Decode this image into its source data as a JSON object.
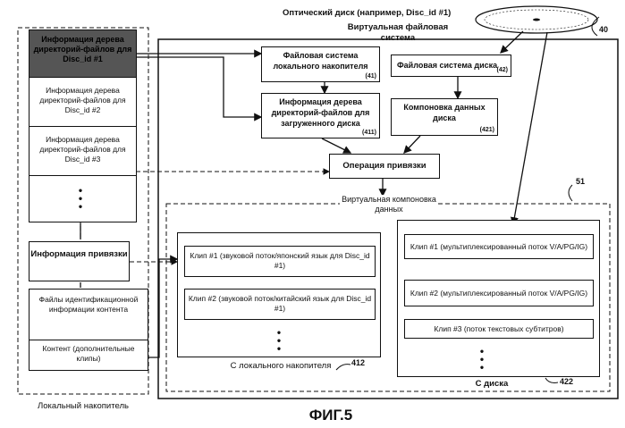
{
  "disc_label": "Оптический диск (например, Disc_id #1)",
  "ref_numbers": {
    "n40": "40",
    "n51": "51",
    "n412": "412",
    "n422": "422"
  },
  "virtual_fs": {
    "title": "Виртуальная файловая система",
    "local_fs": {
      "label": "Файловая система локального накопителя",
      "num": "(41)"
    },
    "disc_fs": {
      "label": "Файловая система диска",
      "num": "(42)"
    },
    "loaded_tree": {
      "label": "Информация дерева директорий-файлов для загруженного диска",
      "num": "(411)"
    },
    "disc_layout": {
      "label": "Компоновка данных диска",
      "num": "(421)"
    },
    "binding_op": "Операция привязки"
  },
  "virtual_layout": {
    "title": "Виртуальная компоновка данных",
    "local": {
      "caption": "С локального накопителя",
      "clips": [
        "Клип #1 (звуковой поток/японский язык для Disc_id #1)",
        "Клип #2 (звуковой поток/китайский язык для Disc_id #1)"
      ]
    },
    "disc": {
      "caption": "С диска",
      "clips": [
        "Клип #1 (мультиплексированный поток V/A/PG/IG)",
        "Клип #2 (мультиплексированный поток V/A/PG/IG)",
        "Клип #3 (поток текстовых субтитров)"
      ]
    }
  },
  "local_storage": {
    "caption": "Локальный накопитель",
    "tree_items": [
      "Информация дерева директорий-файлов для Disc_id #1",
      "Информация дерева директорий-файлов для Disc_id #2",
      "Информация дерева директорий-файлов для Disc_id #3"
    ],
    "binding_info": "Информация привязки",
    "content_id": "Файлы идентификационной информации контента",
    "content": "Контент (дополнительные клипы)"
  },
  "figure_caption": "ФИГ.5",
  "colors": {
    "ink": "#111111",
    "highlight": "#555555"
  }
}
